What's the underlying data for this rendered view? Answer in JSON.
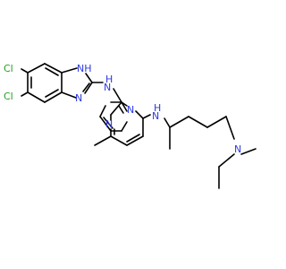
{
  "colors": {
    "bond": "#000000",
    "nitrogen": "#2b39e0",
    "chlorine": "#22a022",
    "background": "#ffffff"
  },
  "atoms": [
    {
      "id": "cl1",
      "symbol": "Cl"
    },
    {
      "id": "cl2",
      "symbol": "Cl"
    },
    {
      "id": "nh_bim",
      "symbol": "NH"
    },
    {
      "id": "n_bim",
      "symbol": "N"
    },
    {
      "id": "nh_link",
      "symbol": "N",
      "h": "H"
    },
    {
      "id": "n_pyr1",
      "symbol": "N"
    },
    {
      "id": "n_pyr2",
      "symbol": "N"
    },
    {
      "id": "nh_amine",
      "symbol": "N",
      "h": "H"
    },
    {
      "id": "n_diethyl",
      "symbol": "N"
    }
  ]
}
